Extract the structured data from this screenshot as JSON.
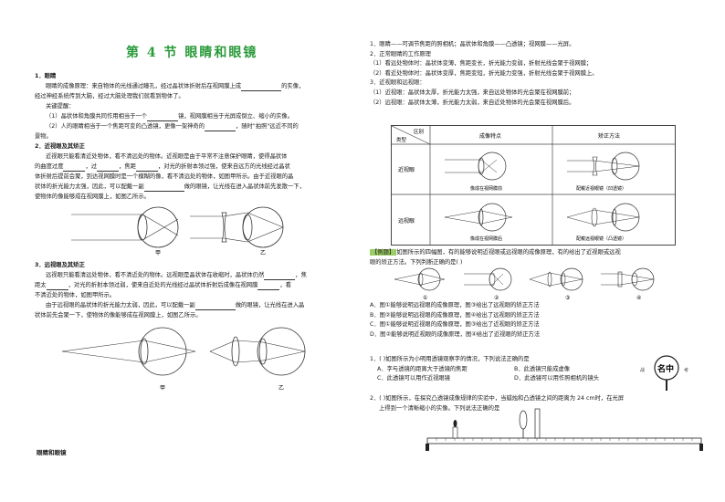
{
  "title": "第 4 节   眼睛和眼镜",
  "left": {
    "s1_heading": "1．眼睛",
    "s1_p1a": "眼睛的成像原理：来自物体的光线通过瞳孔，经过晶状体折射后在视网膜上成",
    "s1_p1b": "的实像，",
    "s1_p2": "经过神经系统传到大脑，经过大脑处理我们就看到物体了。",
    "s1_key": "关键提醒：",
    "s1_k1a": "（1）晶状体和角膜共同作用相当于一个",
    "s1_k1b": "镜，视网膜相当于光屏成倒立、缩小的实像。",
    "s1_k2a": "（2）人的眼睛相当于一个焦距可变的凸透镜，更像一架神奇的",
    "s1_k2b": "，随时\"拍照\"远近不同的",
    "s1_k2c": "景物。",
    "s2_heading": "2．近视眼及其矫正",
    "s2_p1": "近视眼只能看清近处物体，看不清远处的物体。近视眼是由于平常不注意保护眼睛，使得晶状体",
    "s2_p2a": "的曲度过度",
    "s2_p2b": "，过",
    "s2_p2c": "，焦距",
    "s2_p2d": "，对光的折射本领过强，使来自远方的光线经过晶状",
    "s2_p3": "体折射后提前会聚，到达视网膜时是一个模糊的像，看不清远处的物体，如图甲所示。由于近视眼的晶",
    "s2_p4a": "状体的折光能力太强，因此，可以配戴一副",
    "s2_p4b": "做的眼镜，让光线在进入晶状体前先发散一下，",
    "s2_p5": "使物体的像能够成在视网膜上，如图乙所示。",
    "fig_jia": "甲",
    "fig_yi": "乙",
    "s3_heading": "3．远视眼及其矫正",
    "s3_p1a": "远视眼只能看清远处物体，看不清近处的物体。远视眼是晶状体在收缩时，晶状体仍然",
    "s3_p1b": "，焦",
    "s3_p2a": "距太",
    "s3_p2b": "，对光的折射本领过弱，使来自近处的光线经过晶状体折射后成像在视网膜",
    "s3_p2c": "，看",
    "s3_p3": "不清近处的物体，如图甲所示。",
    "s3_p4a": "由于远视眼的晶状体的折光能力太弱，因此，可以配戴一副",
    "s3_p4b": "做的眼镜，让光线在进入晶",
    "s3_p5": "状体前先会聚一下，使物体的像能够成在视网膜上，如图乙所示。"
  },
  "right": {
    "r1": "1．眼睛——可调节焦距的照相机；晶状体和角膜——凸透镜；视网膜——光屏。",
    "r2": "2．正常眼睛的工作原理",
    "r2a": "（1）看远处物体时：晶状体变薄，焦距变长，折光能力变弱，折射光线会聚于视网膜；",
    "r2b": "（2）看近处物体时：晶状体变厚，焦距变短，折光能力变强，折射光线会聚于视网膜上。",
    "r3": "3．近视眼和远视眼：",
    "r3a": "（1）近视眼：晶状体太厚，折光能力太强，来自远处物体的光会聚在视网膜前；",
    "r3b": "（2）远视眼：晶状体太薄，折光能力太弱，来自近处物体的光会聚在视网膜后。",
    "table": {
      "corner_top": "区别",
      "corner_bottom": "类型",
      "col1": "成像特点",
      "col2": "矫正方法",
      "row1": "近视眼",
      "row2": "远视眼",
      "cap11": "像成在视网膜前",
      "cap12": "配戴近视眼镜（凹透镜）",
      "cap21": "像成在视网膜后",
      "cap22": "配戴远视眼镜（凸透镜）"
    },
    "example_tag": "【例题】",
    "ex_a": "如图所示的四幅图，有的能够说明近视眼或远视眼的成像原理，有的给出了近视眼或远视",
    "ex_b": "眼的矫正方法。下列判断正确的是(     )",
    "fig_nums": [
      "①",
      "②",
      "③",
      "④"
    ],
    "optA": "A．图①能够说明远视眼的成像原理，图③给出了远视眼的矫正方法",
    "optB": "B．图②能够说明远视眼的成像原理，图④给出了远视眼的矫正方法",
    "optC": "C．图①能够说明近视眼的成像原理，图③给出了近视眼的矫正方法",
    "optD": "D．图②能够说明近视眼的成像原理，图④给出了近视眼的矫正方法",
    "q1": "1．(    )如图所示为小明用透镜观察字的情况，下列说法正确的是",
    "q1A": "A．字与透镜的距离大于透镜的焦距",
    "q1B": "B．此透镜只能成虚像",
    "q1C": "C．此透镜可以用作近视眼镜",
    "q1D": "D．此透镜可以用作照相机的镜头",
    "q1_fig_left": "战",
    "q1_fig_center": "名中",
    "q1_fig_right": "考",
    "q2a": "2．(    )如图所示，在探究凸透镜成像规律的实验中，当蜡烛和凸透镜之间的距离为 24 cm时，在光屏",
    "q2b": "上得到一个清晰缩小的实像。下列说法正确的是"
  },
  "footer": "眼睛和眼镜"
}
